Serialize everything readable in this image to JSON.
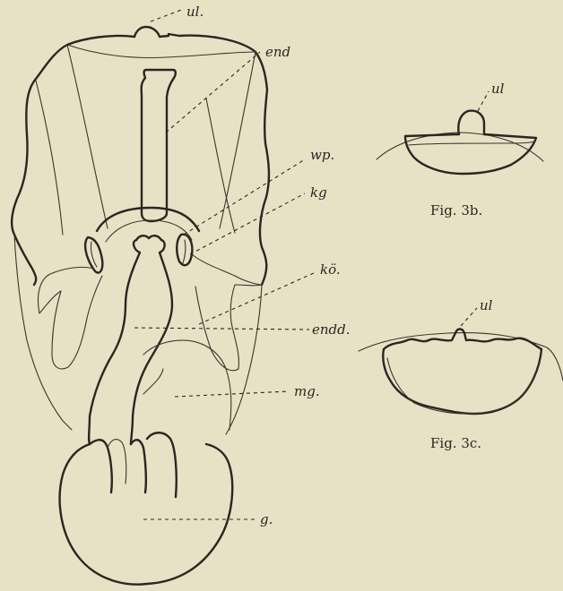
{
  "figure_main": {
    "labels": {
      "ul": "ul.",
      "end": "end",
      "wp": "wp.",
      "kg": "kg",
      "ko": "kö.",
      "endd": "endd.",
      "mg": "mg.",
      "g": "g."
    }
  },
  "figure_3b": {
    "label": "ul",
    "caption": "Fig. 3b."
  },
  "figure_3c": {
    "label": "ul",
    "caption": "Fig. 3c."
  }
}
